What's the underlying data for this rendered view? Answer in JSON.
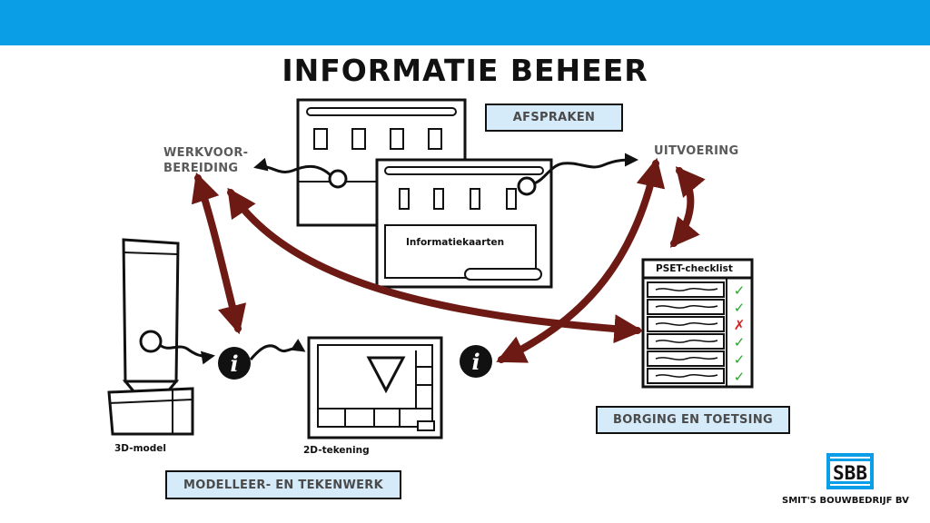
{
  "title": "INFORMATIE BEHEER",
  "labels": {
    "werkvoorbereiding_line1": "WERKVOOR-",
    "werkvoorbereiding_line2": "BEREIDING",
    "uitvoering": "UITVOERING",
    "afspraken": "AFSPRAKEN",
    "informatiekaarten": "Informatiekaarten",
    "pset_checklist": "PSET-checklist",
    "model_3d": "3D-model",
    "tekening_2d": "2D-tekening",
    "modelleer": "MODELLEER- EN TEKENWERK",
    "borging": "BORGING EN TOETSING"
  },
  "info_symbol": "i",
  "checklist_marks": [
    "✓",
    "✓",
    "✗",
    "✓",
    "✓",
    "✓"
  ],
  "logo": {
    "company": "SMIT'S BOUWBEDRIJF BV",
    "monogram": "SBB"
  },
  "colors": {
    "topbar": "#0a9ee6",
    "arrow": "#6e1a14",
    "label_box": "#d6ebfa",
    "check": "#2aa52a",
    "cross": "#d62020"
  }
}
